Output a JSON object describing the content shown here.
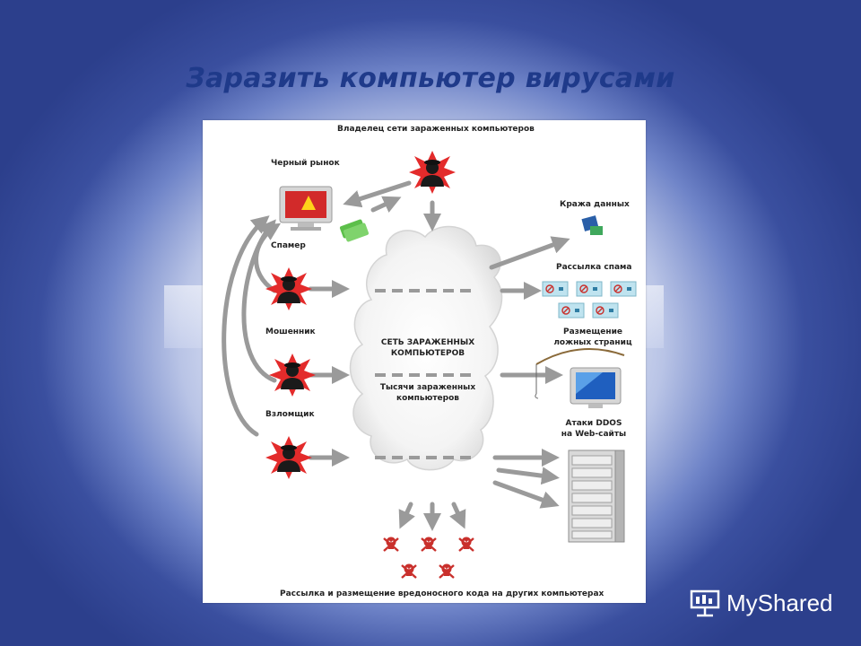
{
  "slide": {
    "title": "Заразить компьютер вирусами"
  },
  "diagram": {
    "owner_label": "Владелец сети зараженных компьютеров",
    "black_market_label": "Черный рынок",
    "spammer_label": "Спамер",
    "fraudster_label": "Мошенник",
    "hacker_label": "Взломщик",
    "cloud_title_line1": "СЕТЬ ЗАРАЖЕННЫХ",
    "cloud_title_line2": "КОМПЬЮТЕРОВ",
    "cloud_sub_line1": "Тысячи зараженных",
    "cloud_sub_line2": "компьютеров",
    "data_theft_label": "Кража данных",
    "spam_label": "Рассылка спама",
    "fake_pages_line1": "Размещение",
    "fake_pages_line2": "ложных страниц",
    "ddos_line1": "Атаки DDOS",
    "ddos_line2": "на Web-сайты",
    "malware_spread_label": "Рассылка и размещение вредоносного кода на других компьютерах"
  },
  "watermark": {
    "text": "MyShared"
  }
}
